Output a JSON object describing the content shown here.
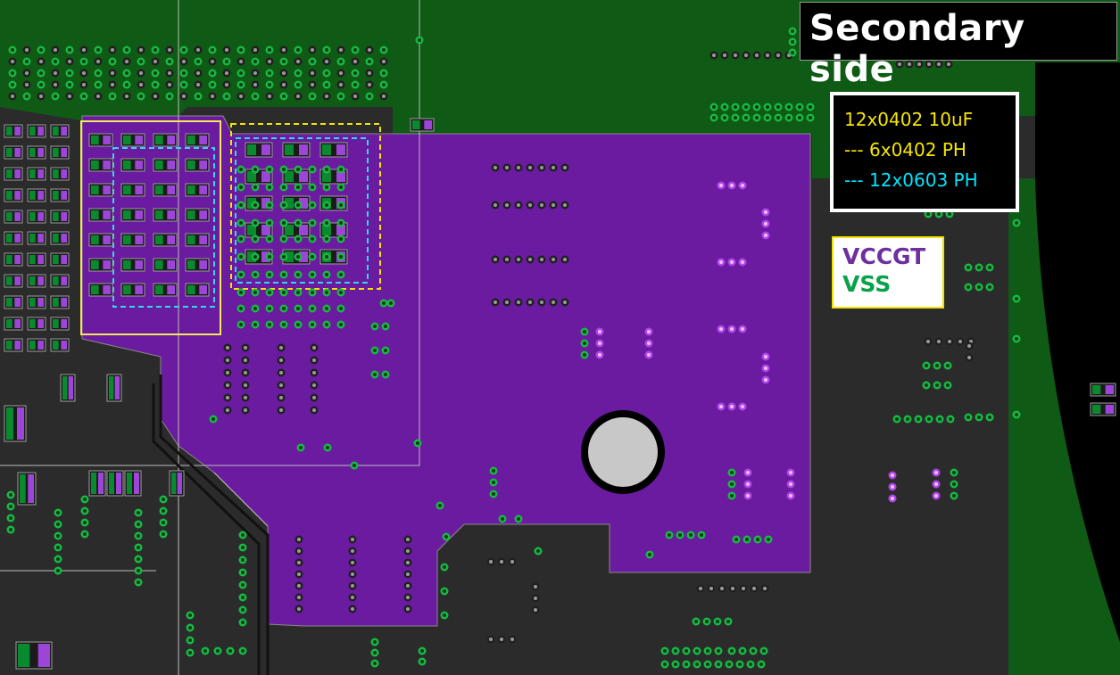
{
  "title": "Secondary side",
  "cap_legend": {
    "line1": "12x0402 10uF",
    "line2": "--- 6x0402 PH",
    "line3": "--- 12x0603 PH",
    "color1": "#f7e600",
    "color2": "#f7e600",
    "color3": "#00e5ff"
  },
  "net_legend": {
    "vccgt_label": "VCCGT",
    "vss_label": "VSS",
    "vccgt_color": "#6e2fa0",
    "vss_color": "#0aa14b"
  },
  "colors": {
    "background": "#2b2b2b",
    "vccgt_plane": "#6a1ba0",
    "vss_plane": "#0f5a14",
    "outline_solid": "#f3e85a",
    "outline_dash_yellow": "#f3e300",
    "outline_dash_cyan": "#31d9e8"
  }
}
